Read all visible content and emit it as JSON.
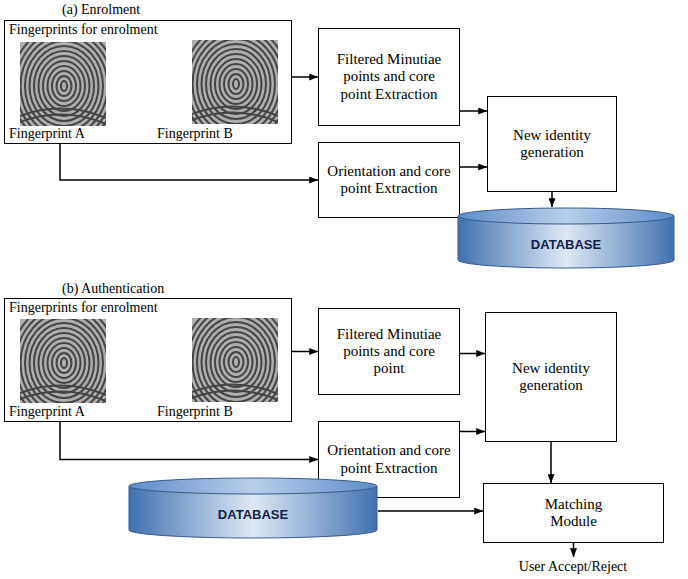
{
  "diagram": {
    "nodes": [
      {
        "text": [
          "Fingerprints for enrolment",
          "Fingerprint A",
          "Fingerprint B"
        ]
      },
      {
        "text": [
          "Filtered Minutiae points and core point Extraction"
        ]
      },
      {
        "text": [
          "Orientation and core point Extraction"
        ]
      },
      {
        "text": [
          "New identity generation"
        ]
      },
      {
        "text": [
          "DATABASE"
        ]
      },
      {
        "text": [
          "Fingerprints for enrolment",
          "Fingerprint A",
          "Fingerprint B"
        ]
      },
      {
        "text": [
          "Filtered Minutiae points and core point"
        ]
      },
      {
        "text": [
          "Orientation and core point Extraction"
        ]
      },
      {
        "text": [
          "New identity generation"
        ]
      },
      {
        "text": [
          "DATABASE"
        ]
      },
      {
        "text": [
          "Matching Module"
        ]
      }
    ],
    "edges": [
      {
        "from": 0,
        "to": 1,
        "arrow": "to"
      },
      {
        "from": 0,
        "to": 2,
        "arrow": "to"
      },
      {
        "from": 1,
        "to": 3,
        "arrow": "to"
      },
      {
        "from": 2,
        "to": 3,
        "arrow": "to"
      },
      {
        "from": 3,
        "to": 4,
        "arrow": "to"
      },
      {
        "from": 5,
        "to": 6,
        "arrow": "to"
      },
      {
        "from": 5,
        "to": 7,
        "arrow": "to"
      },
      {
        "from": 6,
        "to": 8,
        "arrow": "to"
      },
      {
        "from": 7,
        "to": 8,
        "arrow": "to"
      },
      {
        "from": 8,
        "to": 10,
        "arrow": "to"
      },
      {
        "from": 9,
        "to": 10,
        "arrow": "to"
      }
    ],
    "labels": [
      "(a) Enrolment",
      "(b) Authentication",
      "User Accept/Reject"
    ]
  }
}
